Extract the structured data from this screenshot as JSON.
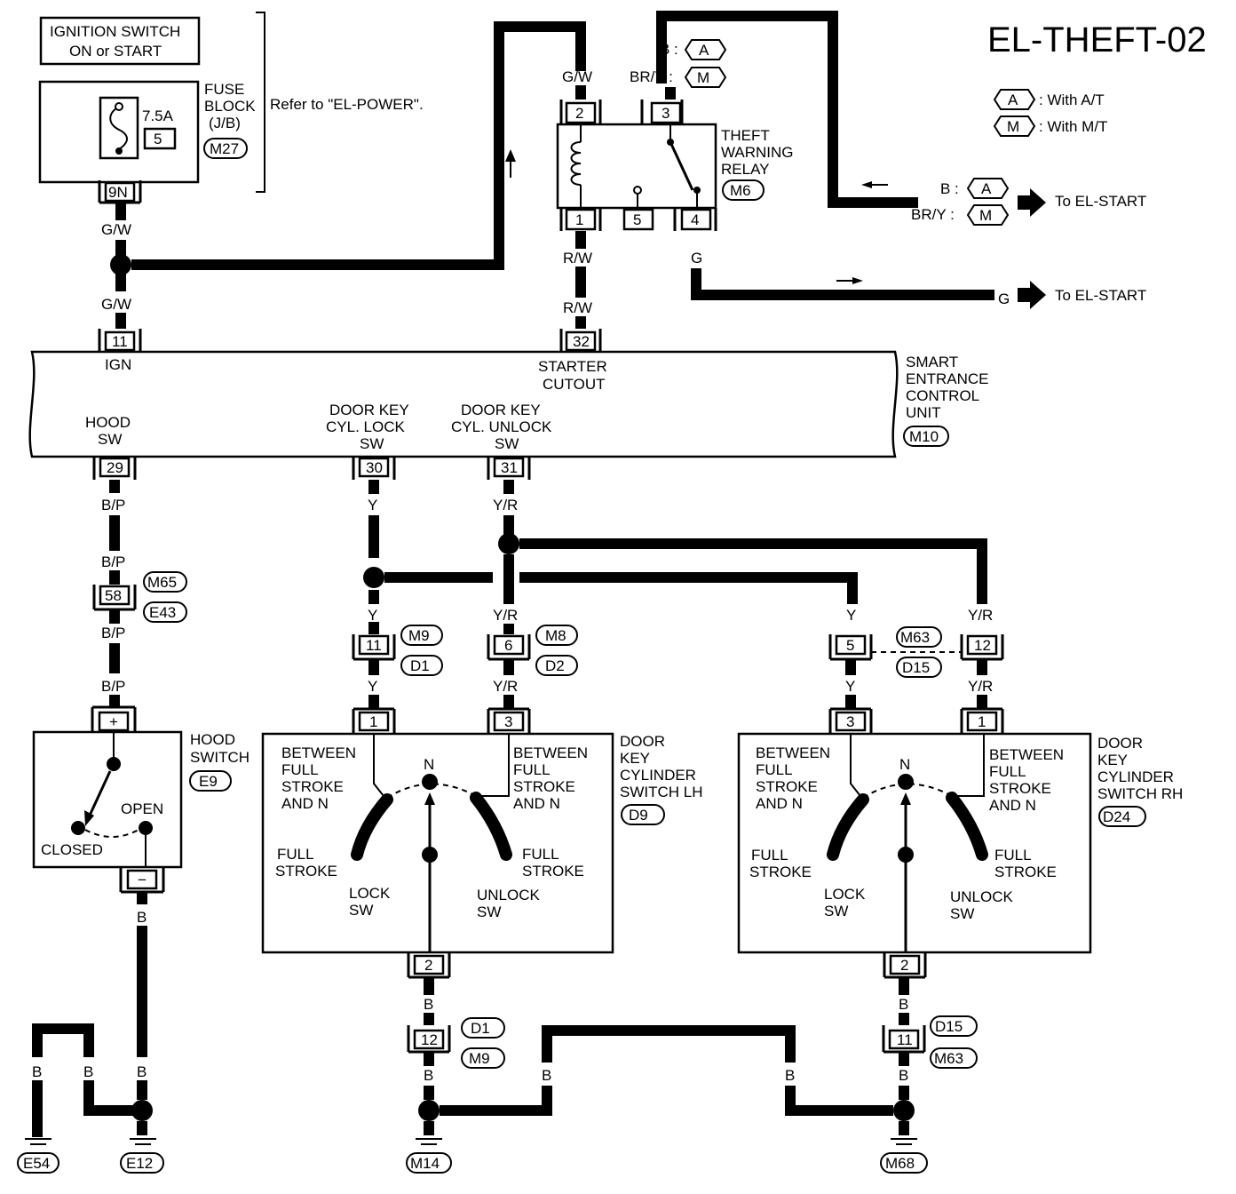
{
  "title": "EL-THEFT-02",
  "legend": {
    "a_code": "A",
    "a_text": ": With A/T",
    "m_code": "M",
    "m_text": ": With M/T"
  },
  "ignition": {
    "line1": "IGNITION SWITCH",
    "line2": "ON or START"
  },
  "fuse_block": {
    "rating": "7.5A",
    "fuse_no": "5",
    "label1": "FUSE",
    "label2": "BLOCK",
    "label3": "(J/B)",
    "connector": "M27",
    "terminal": "9N",
    "refer": "Refer to \"EL-POWER\"."
  },
  "relay": {
    "label1": "THEFT",
    "label2": "WARNING",
    "label3": "RELAY",
    "connector": "M6",
    "t1": "1",
    "t2": "2",
    "t3": "3",
    "t4": "4",
    "t5": "5",
    "w2": "G/W",
    "w1": "R/W",
    "w1b": "R/W",
    "w4": "G",
    "w3a_color": "B :",
    "w3a_code": "A",
    "w3m_color": "BR/Y :",
    "w3m_code": "M"
  },
  "to_start": {
    "b_color": "B :",
    "b_code": "A",
    "bry_color": "BR/Y :",
    "bry_code": "M",
    "text": "To  EL-START",
    "g_color": "G",
    "g_text": "To EL-START"
  },
  "ign_wires": {
    "w_top": "G/W",
    "w_bot": "G/W"
  },
  "unit": {
    "label1": "SMART",
    "label2": "ENTRANCE",
    "label3": "CONTROL",
    "label4": "UNIT",
    "connector": "M10",
    "t11": "11",
    "ign": "IGN",
    "t32": "32",
    "starter1": "STARTER",
    "starter2": "CUTOUT",
    "t29": "29",
    "hood1": "HOOD",
    "hood2": "SW",
    "t30": "30",
    "lock1": "DOOR KEY",
    "lock2": "CYL. LOCK",
    "lock3": "SW",
    "t31": "31",
    "unlock1": "DOOR KEY",
    "unlock2": "CYL. UNLOCK",
    "unlock3": "SW"
  },
  "hood_branch": {
    "w1": "B/P",
    "w2": "B/P",
    "t58": "58",
    "c1": "M65",
    "c2": "E43",
    "w3": "B/P",
    "w4": "B/P",
    "sw_plus": "+",
    "sw_minus": "−",
    "label1": "HOOD",
    "label2": "SWITCH",
    "connector": "E9",
    "open": "OPEN",
    "closed": "CLOSED",
    "w_gnd": "B"
  },
  "lh": {
    "w_y1": "Y",
    "w_yr1": "Y/R",
    "w_y2": "Y",
    "t11": "11",
    "c_y1": "M9",
    "c_y2": "D1",
    "w_y3": "Y",
    "w_yr2": "Y/R",
    "t6": "6",
    "c_yr1": "M8",
    "c_yr2": "D2",
    "w_yr3": "Y/R",
    "t1": "1",
    "t3": "3",
    "t2": "2",
    "label1": "DOOR",
    "label2": "KEY",
    "label3": "CYLINDER",
    "label4": "SWITCH LH",
    "connector": "D9",
    "n": "N",
    "between_l1": "BETWEEN",
    "between_l2": "FULL",
    "between_l3": "STROKE",
    "between_l4": "AND N",
    "between_r1": "BETWEEN",
    "between_r2": "FULL",
    "between_r3": "STROKE",
    "between_r4": "AND N",
    "full_l1": "FULL",
    "full_l2": "STROKE",
    "full_r1": "FULL",
    "full_r2": "STROKE",
    "lock1": "LOCK",
    "lock2": "SW",
    "unlock1": "UNLOCK",
    "unlock2": "SW",
    "w_b1": "B",
    "t12": "12",
    "c_b1": "D1",
    "c_b2": "M9",
    "w_b2": "B",
    "gnd": "M14"
  },
  "rh": {
    "w_y1": "Y",
    "w_yr1": "Y/R",
    "t5": "5",
    "t12": "12",
    "c1": "M63",
    "c2": "D15",
    "w_y2": "Y",
    "w_yr2": "Y/R",
    "t3": "3",
    "t1": "1",
    "t2": "2",
    "label1": "DOOR",
    "label2": "KEY",
    "label3": "CYLINDER",
    "label4": "SWITCH RH",
    "connector": "D24",
    "n": "N",
    "between_l1": "BETWEEN",
    "between_l2": "FULL",
    "between_l3": "STROKE",
    "between_l4": "AND N",
    "between_r1": "BETWEEN",
    "between_r2": "FULL",
    "between_r3": "STROKE",
    "between_r4": "AND N",
    "full_l1": "FULL",
    "full_l2": "STROKE",
    "full_r1": "FULL",
    "full_r2": "STROKE",
    "lock1": "LOCK",
    "lock2": "SW",
    "unlock1": "UNLOCK",
    "unlock2": "SW",
    "w_b1": "B",
    "t11": "11",
    "c_b1": "D15",
    "c_b2": "M63",
    "w_b2": "B",
    "gnd": "M68"
  },
  "grounds": {
    "w_e54": "B",
    "w_left": "B",
    "w_e12": "B",
    "e54": "E54",
    "e12": "E12",
    "w_m14r": "B",
    "w_m68l": "B"
  }
}
